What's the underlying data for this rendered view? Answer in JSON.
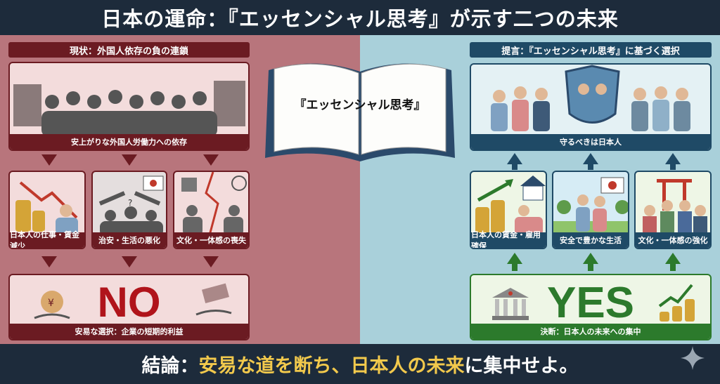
{
  "header": {
    "title": "日本の運命：『エッセンシャル思考』が示す二つの未来"
  },
  "left": {
    "section_label": "現状：外国人依存の負の連鎖",
    "top_caption": "安上がりな外国人労働力への依存",
    "effects": [
      {
        "caption": "日本人の仕事・賃金減少",
        "icon": "falling-wages-icon"
      },
      {
        "caption": "治安・生活の悪化",
        "icon": "broken-chain-icon"
      },
      {
        "caption": "文化・一体感の喪失",
        "icon": "cultural-rift-icon"
      }
    ],
    "decision_word": "NO",
    "decision_caption": "安易な選択：企業の短期的利益"
  },
  "book": {
    "title": "『エッセンシャル思考』"
  },
  "right": {
    "section_label": "提言：『エッセンシャル思考』に基づく選択",
    "top_caption": "守るべきは日本人",
    "effects": [
      {
        "caption": "日本人の賃金・雇用確保",
        "icon": "rising-wages-icon"
      },
      {
        "caption": "安全で豊かな生活",
        "icon": "safe-family-icon"
      },
      {
        "caption": "文化・一体感の強化",
        "icon": "festival-icon"
      }
    ],
    "decision_word": "YES",
    "decision_caption": "決断：日本人の未来への集中"
  },
  "footer": {
    "prefix": "結論：",
    "part1": "安易な道を断ち、",
    "part2": "日本人の未来",
    "suffix": "に集中せよ。"
  },
  "colors": {
    "red": "#6b1b22",
    "blue": "#1f4a66",
    "green": "#2c7a2c",
    "navy": "#1d2b3b",
    "yellow": "#f2c94c"
  }
}
